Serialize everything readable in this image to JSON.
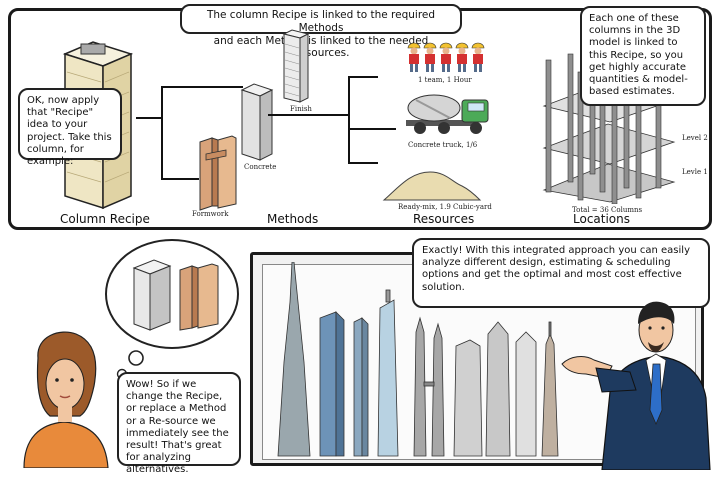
{
  "top_panel": {
    "header_line1": "The column Recipe is linked to the required Methods",
    "header_line2": "and each Method is linked to the needed Resources.",
    "left_bubble": "OK, now apply that \"Recipe\" idea to your project. Take this column, for example:",
    "right_bubble": "Each one of these columns in the  3D model is linked to this Recipe, so you get  highly accurate quantities & model-based estimates.",
    "captions": {
      "recipe": "Column Recipe",
      "methods": "Methods",
      "resources": "Resources",
      "locations": "Locations"
    },
    "labels": {
      "finish": "Finish",
      "concrete": "Concrete",
      "formwork": "Formwork",
      "team": "1 team, 1 Hour",
      "truck": "Concrete truck, 1/6",
      "readymix": "Ready-mix, 1.9 Cubic-yard",
      "total": "Total = 36 Columns",
      "level2": "Level 2",
      "level1": "Levle 1"
    }
  },
  "bottom_panel": {
    "presenter_bubble": "Exactly! With this integrated approach you can easily analyze different design, estimating & scheduling options and get the optimal and most cost    effective solution.",
    "woman_bubble": "Wow! So if we change the Recipe, or replace a Method or a Re-source we immediately see the result! That's great for    analyzing alternatives."
  },
  "colors": {
    "outline": "#1a1a1a",
    "column_face": "#f1ead2",
    "skyline": "#9fb4c2"
  }
}
